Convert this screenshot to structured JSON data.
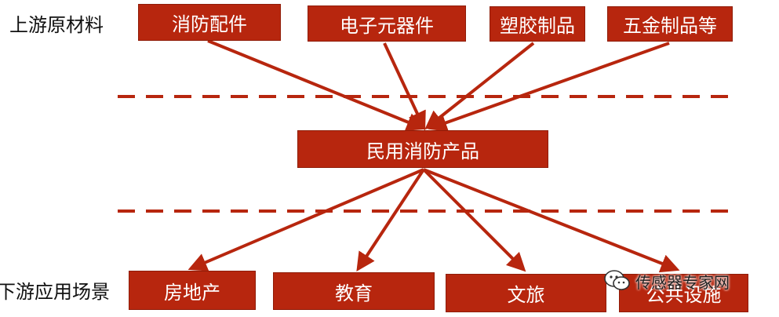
{
  "labels": {
    "upstream": "上游原材料",
    "downstream": "下游应用场景"
  },
  "upstream_nodes": [
    "消防配件",
    "电子元器件",
    "塑胶制品",
    "五金制品等"
  ],
  "center_node": "民用消防产品",
  "downstream_nodes": [
    "房地产",
    "教育",
    "文旅",
    "公共设施"
  ],
  "watermark": {
    "text": "传感器专家网",
    "icon": "wechat-icon"
  },
  "colors": {
    "node_fill": "#b7260e",
    "arrow": "#b7260e",
    "dash": "#b7260e",
    "node_text": "#ffffff"
  }
}
